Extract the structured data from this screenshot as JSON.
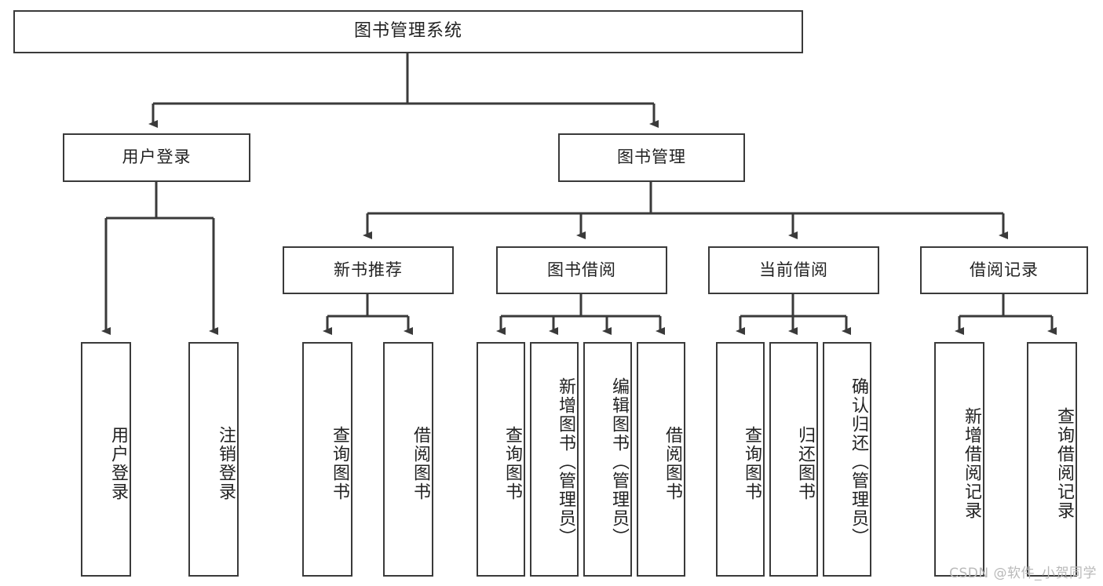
{
  "diagram": {
    "type": "tree-hierarchy-chart",
    "title": "图书管理系统",
    "orientation": "top-down",
    "box_fill": "#ffffff",
    "box_stroke": "#3a3a3a",
    "connector_color": "#3a3a3a",
    "root": {
      "label": "图书管理系统"
    },
    "level2": [
      {
        "label": "用户登录"
      },
      {
        "label": "图书管理"
      }
    ],
    "level3": [
      {
        "label": "新书推荐"
      },
      {
        "label": "图书借阅"
      },
      {
        "label": "当前借阅"
      },
      {
        "label": "借阅记录"
      }
    ],
    "leaves": {
      "user_login": [
        {
          "label": "用户登录"
        },
        {
          "label": "注销登录"
        }
      ],
      "new_book_recommend": [
        {
          "label": "查询图书"
        },
        {
          "label": "借阅图书"
        }
      ],
      "book_borrow": [
        {
          "label": "查询图书"
        },
        {
          "label": "新增图书（管理员）"
        },
        {
          "label": "编辑图书（管理员）"
        },
        {
          "label": "借阅图书"
        }
      ],
      "current_borrow": [
        {
          "label": "查询图书"
        },
        {
          "label": "归还图书"
        },
        {
          "label": "确认归还（管理员）"
        }
      ],
      "borrow_records": [
        {
          "label": "新增借阅记录"
        },
        {
          "label": "查询借阅记录"
        }
      ]
    }
  },
  "watermark": {
    "text": "CSDN @软件_小贺同学"
  }
}
